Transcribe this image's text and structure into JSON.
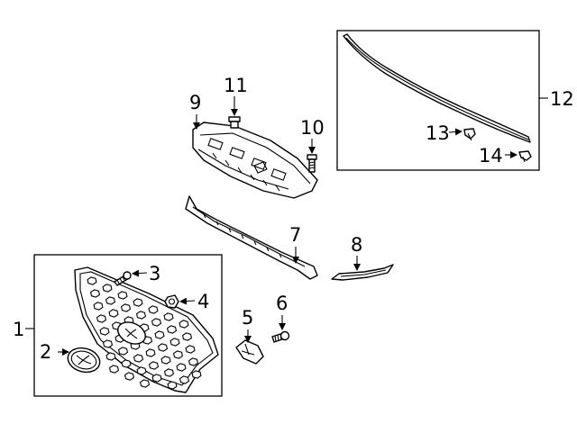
{
  "callouts": {
    "c1": "1",
    "c2": "2",
    "c3": "3",
    "c4": "4",
    "c5": "5",
    "c6": "6",
    "c7": "7",
    "c8": "8",
    "c9": "9",
    "c10": "10",
    "c11": "11",
    "c12": "12",
    "c13": "13",
    "c14": "14"
  },
  "parts": [
    {
      "number": "1",
      "icon": "radiator-grille-assembly"
    },
    {
      "number": "2",
      "icon": "emblem"
    },
    {
      "number": "3",
      "icon": "screw"
    },
    {
      "number": "4",
      "icon": "nut"
    },
    {
      "number": "5",
      "icon": "bracket"
    },
    {
      "number": "6",
      "icon": "screw"
    },
    {
      "number": "7",
      "icon": "lower-molding-strip"
    },
    {
      "number": "8",
      "icon": "trim-strip"
    },
    {
      "number": "9",
      "icon": "upper-support-panel"
    },
    {
      "number": "10",
      "icon": "bolt"
    },
    {
      "number": "11",
      "icon": "bolt"
    },
    {
      "number": "12",
      "icon": "weatherstrip-assembly"
    },
    {
      "number": "13",
      "icon": "clip"
    },
    {
      "number": "14",
      "icon": "clip"
    }
  ]
}
